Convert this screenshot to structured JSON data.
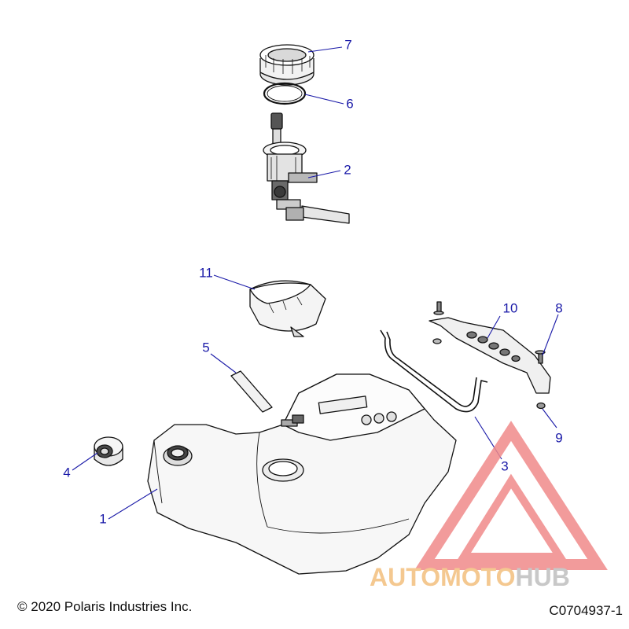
{
  "callouts": [
    {
      "label": "7"
    },
    {
      "label": "6"
    },
    {
      "label": "2"
    },
    {
      "label": "11"
    },
    {
      "label": "10"
    },
    {
      "label": "8"
    },
    {
      "label": "5"
    },
    {
      "label": "3"
    },
    {
      "label": "9"
    },
    {
      "label": "4"
    },
    {
      "label": "1"
    }
  ],
  "footer": {
    "copyright": "© 2020 Polaris Industries Inc.",
    "diagram_code": "C0704937-1"
  },
  "watermark": {
    "part1": "AUTOMOTO",
    "part2": "HUB"
  },
  "colors": {
    "callout": "#1a1aa8",
    "watermark_triangle": "#f08a8a",
    "watermark_text_1": "#f4c890",
    "watermark_text_2": "#c8c8c8"
  }
}
